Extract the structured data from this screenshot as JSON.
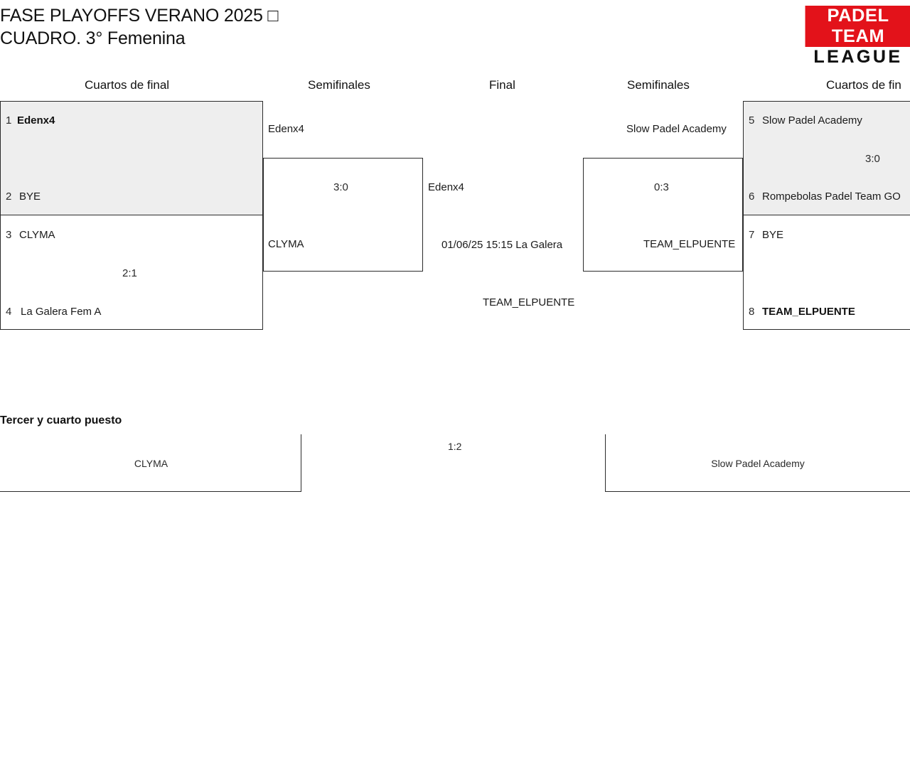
{
  "header": {
    "title_line1": "FASE PLAYOFFS VERANO 2025 □",
    "title_line2": "CUADRO. 3° Femenina"
  },
  "logo": {
    "top_text": "PADEL TEAM",
    "bottom_text": "LEAGUE",
    "red": "#e3121a",
    "black": "#111111"
  },
  "rounds": {
    "qf_left": "Cuartos de final",
    "sf_left": "Semifinales",
    "final": "Final",
    "sf_right": "Semifinales",
    "qf_right": "Cuartos de fin"
  },
  "bracket": {
    "left": {
      "quarterfinals": [
        {
          "seed_top": "1",
          "team_top": "Edenx4",
          "team_top_winner": true,
          "seed_bottom": "2",
          "team_bottom": "BYE",
          "team_bottom_winner": false,
          "score": ""
        },
        {
          "seed_top": "3",
          "team_top": "CLYMA",
          "team_top_winner": false,
          "seed_bottom": "4",
          "team_bottom": "La Galera Fem A",
          "team_bottom_winner": false,
          "score": "2:1"
        }
      ],
      "semifinal": {
        "team_top": "Edenx4",
        "team_bottom": "CLYMA",
        "score": "3:0"
      }
    },
    "right": {
      "quarterfinals": [
        {
          "seed_top": "5",
          "team_top": "Slow Padel Academy",
          "team_top_winner": false,
          "seed_bottom": "6",
          "team_bottom": "Rompebolas Padel Team GO",
          "team_bottom_winner": false,
          "score": "3:0"
        },
        {
          "seed_top": "7",
          "team_top": "BYE",
          "team_top_winner": false,
          "seed_bottom": "8",
          "team_bottom": "TEAM_ELPUENTE",
          "team_bottom_winner": true,
          "score": ""
        }
      ],
      "semifinal": {
        "team_top": "Slow Padel Academy",
        "team_bottom": "TEAM_ELPUENTE",
        "score": "0:3"
      }
    },
    "final": {
      "team_top": "Edenx4",
      "team_bottom": "TEAM_ELPUENTE",
      "schedule": "01/06/25 15:15 La Galera",
      "score": ""
    }
  },
  "third_place": {
    "title": "Tercer y cuarto puesto",
    "team_left": "CLYMA",
    "team_right": "Slow Padel Academy",
    "score": "1:2"
  }
}
